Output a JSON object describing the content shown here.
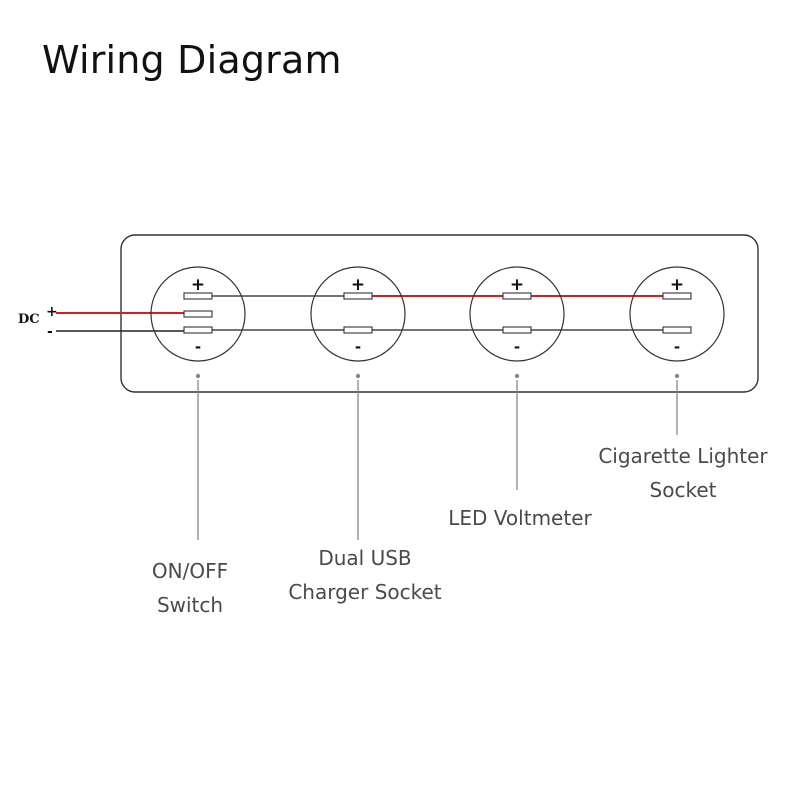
{
  "title": "Wiring Diagram",
  "dc": {
    "label": "DC",
    "plus": "+",
    "minus": "-"
  },
  "wire_colors": {
    "positive": "#cc2222",
    "negative": "#222222",
    "panel": "#333333",
    "leader": "#888888"
  },
  "components": [
    {
      "id": "switch",
      "label_lines": [
        "ON/OFF",
        "Switch"
      ],
      "plus": "+",
      "minus": "-"
    },
    {
      "id": "usb",
      "label_lines": [
        "Dual USB",
        "Charger Socket"
      ],
      "plus": "+",
      "minus": "-"
    },
    {
      "id": "voltmeter",
      "label_lines": [
        "LED Voltmeter"
      ],
      "plus": "+",
      "minus": "-"
    },
    {
      "id": "lighter",
      "label_lines": [
        "Cigarette Lighter",
        "Socket"
      ],
      "plus": "+",
      "minus": "-"
    }
  ]
}
